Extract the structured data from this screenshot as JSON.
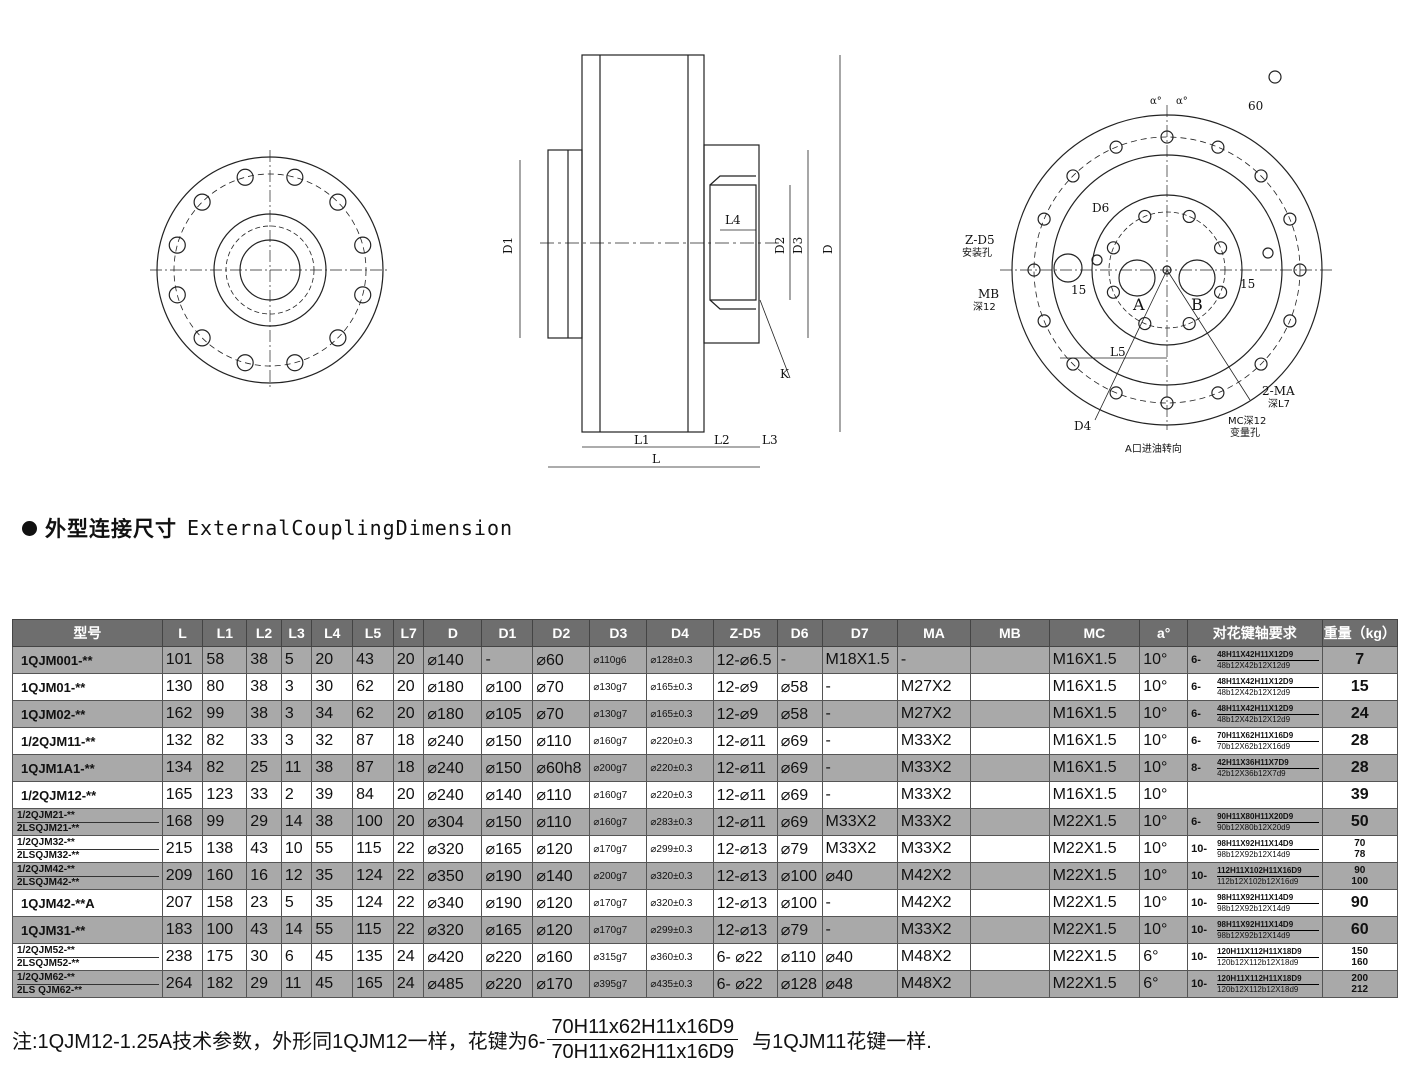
{
  "drawings": {
    "side_view": {
      "dims": [
        "D1",
        "L4",
        "D2",
        "D3",
        "D",
        "K",
        "L1",
        "L2",
        "L3",
        "L"
      ]
    },
    "port_view": {
      "labels": [
        "α°",
        "α°",
        "60",
        "D6",
        "Z-D5",
        "安装孔",
        "MB",
        "深12",
        "15",
        "15",
        "A",
        "B",
        "L5",
        "2-MA",
        "深L7",
        "D4",
        "MC深12",
        "变量孔",
        "A口进油转向"
      ]
    }
  },
  "section": {
    "title_cn": "外型连接尺寸",
    "title_en": "ExternalCouplingDimension"
  },
  "table": {
    "headers": [
      "型号",
      "L",
      "L1",
      "L2",
      "L3",
      "L4",
      "L5",
      "L7",
      "D",
      "D1",
      "D2",
      "D3",
      "D4",
      "Z-D5",
      "D6",
      "D7",
      "MA",
      "MB",
      "MC",
      "a°",
      "对花键轴要求",
      "重量（kg）"
    ],
    "rows": [
      {
        "model": [
          "1QJM001-**"
        ],
        "L": "101",
        "L1": "58",
        "L2": "38",
        "L3": "5",
        "L4": "20",
        "L5": "43",
        "L7": "20",
        "D": "⌀140",
        "D1": "-",
        "D2": "⌀60",
        "D3": "⌀110g6",
        "D4": "⌀128±0.3",
        "ZD5": "12-⌀6.5",
        "D6": "-",
        "D7": "M18X1.5",
        "MA": "-",
        "MB": "",
        "MC": "M16X1.5",
        "a": "10°",
        "spline_pre": "6-",
        "spline_num": "48H11X42H11X12D9",
        "spline_den": "48b12X42b12X12d9",
        "weight": [
          "7"
        ],
        "shade": true
      },
      {
        "model": [
          "1QJM01-**"
        ],
        "L": "130",
        "L1": "80",
        "L2": "38",
        "L3": "3",
        "L4": "30",
        "L5": "62",
        "L7": "20",
        "D": "⌀180",
        "D1": "⌀100",
        "D2": "⌀70",
        "D3": "⌀130g7",
        "D4": "⌀165±0.3",
        "ZD5": "12-⌀9",
        "D6": "⌀58",
        "D7": "-",
        "MA": "M27X2",
        "MB": "",
        "MC": "M16X1.5",
        "a": "10°",
        "spline_pre": "6-",
        "spline_num": "48H11X42H11X12D9",
        "spline_den": "48b12X42b12X12d9",
        "weight": [
          "15"
        ],
        "shade": false
      },
      {
        "model": [
          "1QJM02-**"
        ],
        "L": "162",
        "L1": "99",
        "L2": "38",
        "L3": "3",
        "L4": "34",
        "L5": "62",
        "L7": "20",
        "D": "⌀180",
        "D1": "⌀105",
        "D2": "⌀70",
        "D3": "⌀130g7",
        "D4": "⌀165±0.3",
        "ZD5": "12-⌀9",
        "D6": "⌀58",
        "D7": "-",
        "MA": "M27X2",
        "MB": "",
        "MC": "M16X1.5",
        "a": "10°",
        "spline_pre": "6-",
        "spline_num": "48H11X42H11X12D9",
        "spline_den": "48b12X42b12X12d9",
        "weight": [
          "24"
        ],
        "shade": true
      },
      {
        "model": [
          "1/2QJM11-**"
        ],
        "L": "132",
        "L1": "82",
        "L2": "33",
        "L3": "3",
        "L4": "32",
        "L5": "87",
        "L7": "18",
        "D": "⌀240",
        "D1": "⌀150",
        "D2": "⌀110",
        "D3": "⌀160g7",
        "D4": "⌀220±0.3",
        "ZD5": "12-⌀11",
        "D6": "⌀69",
        "D7": "-",
        "MA": "M33X2",
        "MB": "",
        "MC": "M16X1.5",
        "a": "10°",
        "spline_pre": "6-",
        "spline_num": "70H11X62H11X16D9",
        "spline_den": "70b12X62b12X16d9",
        "weight": [
          "28"
        ],
        "shade": false
      },
      {
        "model": [
          "1QJM1A1-**"
        ],
        "L": "134",
        "L1": "82",
        "L2": "25",
        "L3": "11",
        "L4": "38",
        "L5": "87",
        "L7": "18",
        "D": "⌀240",
        "D1": "⌀150",
        "D2": "⌀60h8",
        "D3": "⌀200g7",
        "D4": "⌀220±0.3",
        "ZD5": "12-⌀11",
        "D6": "⌀69",
        "D7": "-",
        "MA": "M33X2",
        "MB": "",
        "MC": "M16X1.5",
        "a": "10°",
        "spline_pre": "8-",
        "spline_num": "42H11X36H11X7D9",
        "spline_den": "42b12X36b12X7d9",
        "weight": [
          "28"
        ],
        "shade": true
      },
      {
        "model": [
          "1/2QJM12-**"
        ],
        "L": "165",
        "L1": "123",
        "L2": "33",
        "L3": "2",
        "L4": "39",
        "L5": "84",
        "L7": "20",
        "D": "⌀240",
        "D1": "⌀140",
        "D2": "⌀110",
        "D3": "⌀160g7",
        "D4": "⌀220±0.3",
        "ZD5": "12-⌀11",
        "D6": "⌀69",
        "D7": "-",
        "MA": "M33X2",
        "MB": "",
        "MC": "M16X1.5",
        "a": "10°",
        "spline_pre": "",
        "spline_num": "",
        "spline_den": "",
        "weight": [
          "39"
        ],
        "shade": false
      },
      {
        "model": [
          "1/2QJM21-**",
          "2LSQJM21-**"
        ],
        "L": "168",
        "L1": "99",
        "L2": "29",
        "L3": "14",
        "L4": "38",
        "L5": "100",
        "L7": "20",
        "D": "⌀304",
        "D1": "⌀150",
        "D2": "⌀110",
        "D3": "⌀160g7",
        "D4": "⌀283±0.3",
        "ZD5": "12-⌀11",
        "D6": "⌀69",
        "D7": "M33X2",
        "MA": "M33X2",
        "MB": "",
        "MC": "M22X1.5",
        "a": "10°",
        "spline_pre": "6-",
        "spline_num": "90H11X80H11X20D9",
        "spline_den": "90b12X80b12X20d9",
        "weight": [
          "50"
        ],
        "shade": true
      },
      {
        "model": [
          "1/2QJM32-**",
          "2LSQJM32-**"
        ],
        "L": "215",
        "L1": "138",
        "L2": "43",
        "L3": "10",
        "L4": "55",
        "L5": "115",
        "L7": "22",
        "D": "⌀320",
        "D1": "⌀165",
        "D2": "⌀120",
        "D3": "⌀170g7",
        "D4": "⌀299±0.3",
        "ZD5": "12-⌀13",
        "D6": "⌀79",
        "D7": "M33X2",
        "MA": "M33X2",
        "MB": "",
        "MC": "M22X1.5",
        "a": "10°",
        "spline_pre": "10-",
        "spline_num": "98H11X92H11X14D9",
        "spline_den": "98b12X92b12X14d9",
        "weight": [
          "70",
          "78"
        ],
        "shade": false
      },
      {
        "model": [
          "1/2QJM42-**",
          "2LSQJM42-**"
        ],
        "L": "209",
        "L1": "160",
        "L2": "16",
        "L3": "12",
        "L4": "35",
        "L5": "124",
        "L7": "22",
        "D": "⌀350",
        "D1": "⌀190",
        "D2": "⌀140",
        "D3": "⌀200g7",
        "D4": "⌀320±0.3",
        "ZD5": "12-⌀13",
        "D6": "⌀100",
        "D7": "⌀40",
        "MA": "M42X2",
        "MB": "",
        "MC": "M22X1.5",
        "a": "10°",
        "spline_pre": "10-",
        "spline_num": "112H11X102H11X16D9",
        "spline_den": "112b12X102b12X16d9",
        "weight": [
          "90",
          "100"
        ],
        "shade": true
      },
      {
        "model": [
          "1QJM42-**A"
        ],
        "L": "207",
        "L1": "158",
        "L2": "23",
        "L3": "5",
        "L4": "35",
        "L5": "124",
        "L7": "22",
        "D": "⌀340",
        "D1": "⌀190",
        "D2": "⌀120",
        "D3": "⌀170g7",
        "D4": "⌀320±0.3",
        "ZD5": "12-⌀13",
        "D6": "⌀100",
        "D7": "-",
        "MA": "M42X2",
        "MB": "",
        "MC": "M22X1.5",
        "a": "10°",
        "spline_pre": "10-",
        "spline_num": "98H11X92H11X14D9",
        "spline_den": "98b12X92b12X14d9",
        "weight": [
          "90"
        ],
        "shade": false
      },
      {
        "model": [
          "1QJM31-**"
        ],
        "L": "183",
        "L1": "100",
        "L2": "43",
        "L3": "14",
        "L4": "55",
        "L5": "115",
        "L7": "22",
        "D": "⌀320",
        "D1": "⌀165",
        "D2": "⌀120",
        "D3": "⌀170g7",
        "D4": "⌀299±0.3",
        "ZD5": "12-⌀13",
        "D6": "⌀79",
        "D7": "-",
        "MA": "M33X2",
        "MB": "",
        "MC": "M22X1.5",
        "a": "10°",
        "spline_pre": "10-",
        "spline_num": "98H11X92H11X14D9",
        "spline_den": "98b12X92b12X14d9",
        "weight": [
          "60"
        ],
        "shade": true
      },
      {
        "model": [
          "1/2QJM52-**",
          "2LSQJM52-**"
        ],
        "L": "238",
        "L1": "175",
        "L2": "30",
        "L3": "6",
        "L4": "45",
        "L5": "135",
        "L7": "24",
        "D": "⌀420",
        "D1": "⌀220",
        "D2": "⌀160",
        "D3": "⌀315g7",
        "D4": "⌀360±0.3",
        "ZD5": "6- ⌀22",
        "D6": "⌀110",
        "D7": "⌀40",
        "MA": "M48X2",
        "MB": "",
        "MC": "M22X1.5",
        "a": "6°",
        "spline_pre": "10-",
        "spline_num": "120H11X112H11X18D9",
        "spline_den": "120b12X112b12X18d9",
        "weight": [
          "150",
          "160"
        ],
        "shade": false
      },
      {
        "model": [
          "1/2QJM62-**",
          "2LS QJM62-**"
        ],
        "L": "264",
        "L1": "182",
        "L2": "29",
        "L3": "11",
        "L4": "45",
        "L5": "165",
        "L7": "24",
        "D": "⌀485",
        "D1": "⌀220",
        "D2": "⌀170",
        "D3": "⌀395g7",
        "D4": "⌀435±0.3",
        "ZD5": "6- ⌀22",
        "D6": "⌀128",
        "D7": "⌀48",
        "MA": "M48X2",
        "MB": "",
        "MC": "M22X1.5",
        "a": "6°",
        "spline_pre": "10-",
        "spline_num": "120H11X112H11X18D9",
        "spline_den": "120b12X112b12X18d9",
        "weight": [
          "200",
          "212"
        ],
        "shade": true
      }
    ]
  },
  "note": {
    "prefix": "注:1QJM12-1.25A技术参数，外形同1QJM12一样，花键为6-",
    "numerator": "70H11x62H11x16D9",
    "denominator": "70H11x62H11x16D9",
    "suffix": "与1QJM11花键一样."
  }
}
